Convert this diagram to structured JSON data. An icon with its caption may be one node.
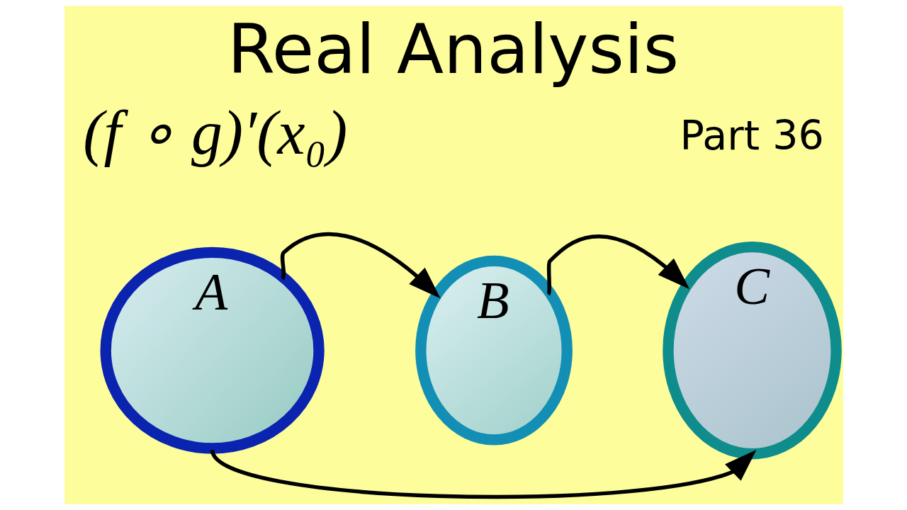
{
  "diagram": {
    "title": "Real Analysis",
    "nodes": [
      {
        "text": [
          "A"
        ]
      },
      {
        "text": [
          "B"
        ]
      },
      {
        "text": [
          "C"
        ]
      }
    ],
    "edges": [
      {
        "from": 0,
        "to": 1,
        "arrow": "to"
      },
      {
        "from": 1,
        "to": 2,
        "arrow": "to"
      },
      {
        "from": 0,
        "to": 2,
        "arrow": "to"
      }
    ],
    "labels": [
      "Part 36",
      "(f ∘ g)′(x₀)"
    ]
  }
}
